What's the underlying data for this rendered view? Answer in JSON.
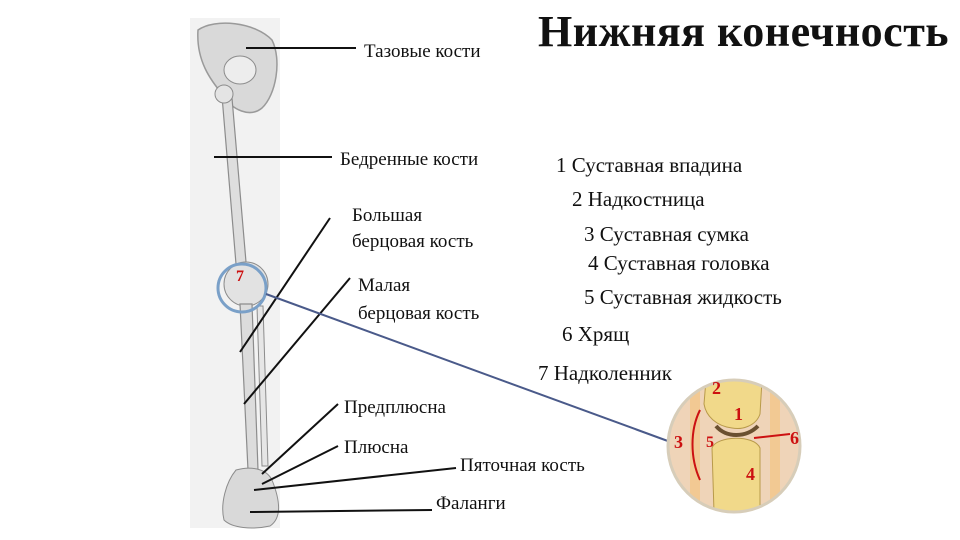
{
  "title": "Нижняя конечность",
  "labels": {
    "pelvic": "Тазовые кости",
    "femur": "Бедренные кости",
    "tibia_1": "Большая",
    "tibia_2": "берцовая  кость",
    "fibula_1": "Малая",
    "fibula_2": "берцовая  кость",
    "tarsus": "Предплюсна",
    "metatarsus": "Плюсна",
    "calcaneus": "Пяточная кость",
    "phalanges": "Фаланги"
  },
  "joint_items": [
    "1 Суставная впадина",
    "2 Надкостница",
    "3 Суставная сумка",
    "4 Суставная головка",
    "5 Суставная жидкость",
    "6 Хрящ",
    "7 Надколенник"
  ],
  "markers": {
    "knee": "7",
    "j1": "1",
    "j2": "2",
    "j3": "3",
    "j4": "4",
    "j5": "5",
    "j6": "6"
  },
  "colors": {
    "marker_red": "#cc1111",
    "circle_blue": "#7aa0c8",
    "line_slate": "#4a5a8a",
    "bone": "#e9e4d8",
    "joint_yellow": "#f1d98a"
  }
}
